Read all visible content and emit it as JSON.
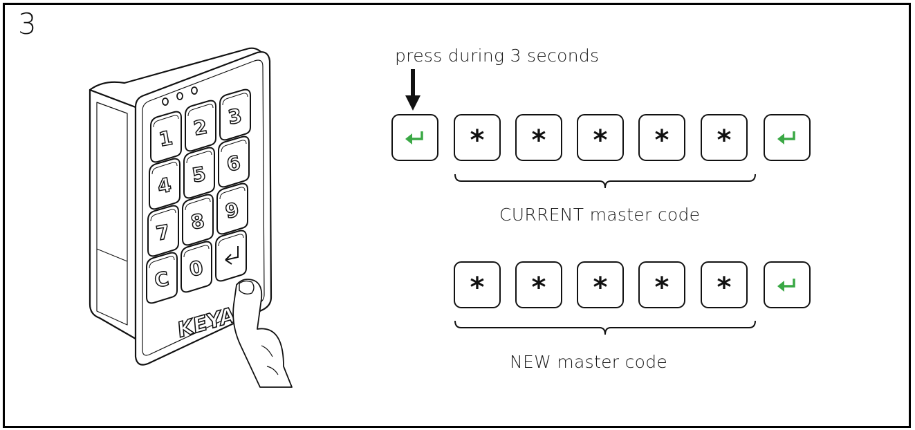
{
  "step": {
    "number": "3"
  },
  "instruction": {
    "hold_text": "press during 3 seconds"
  },
  "sequence_current": {
    "label": "CURRENT master code",
    "digit_symbol": "*"
  },
  "sequence_new": {
    "label": "NEW master code",
    "digit_symbol": "*"
  },
  "keypad": {
    "brand": "KEYA",
    "keys": [
      "1",
      "2",
      "3",
      "4",
      "5",
      "6",
      "7",
      "8",
      "9",
      "C",
      "0"
    ]
  },
  "icons": {
    "enter": "enter-arrow-icon",
    "press": "down-arrow-icon",
    "finger": "pointing-finger-icon"
  },
  "colors": {
    "enter_arrow": "#3aa845",
    "outline": "#111111"
  }
}
